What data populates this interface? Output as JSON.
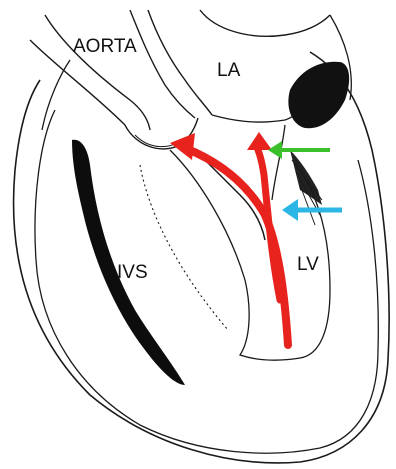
{
  "labels": {
    "aorta": "AORTA",
    "la": "LA",
    "ivs": "IVS",
    "lv": "LV"
  },
  "colors": {
    "outline": "#1a1a1a",
    "flow_arrow": "#e8231e",
    "green_arrow": "#3bbf2a",
    "blue_arrow": "#2bb6e6"
  }
}
